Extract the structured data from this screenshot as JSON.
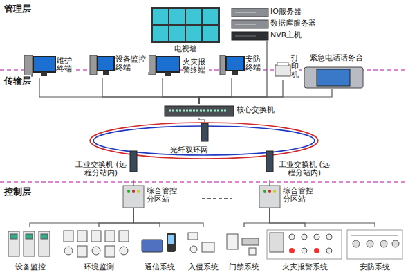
{
  "diagram": {
    "nodes": [
      {
        "text": [
          "电视墙"
        ]
      },
      {
        "text": [
          "IO服务器"
        ]
      },
      {
        "text": [
          "数据库服务器"
        ]
      },
      {
        "text": [
          "NVR主机"
        ]
      },
      {
        "text": [
          "维护终端"
        ]
      },
      {
        "text": [
          "设备监控终端"
        ]
      },
      {
        "text": [
          "火灾报警终端"
        ]
      },
      {
        "text": [
          "安防终端"
        ]
      },
      {
        "text": [
          "打印机"
        ]
      },
      {
        "text": [
          "紧急电话话务台"
        ]
      },
      {
        "text": [
          "核心交换机"
        ]
      },
      {
        "text": [
          "光纤双环网"
        ]
      },
      {
        "text": [
          "工业交换机 (远程分站内)"
        ]
      },
      {
        "text": [
          "工业交换机 (远程分站内)"
        ]
      },
      {
        "text": [
          "综合管控分区站"
        ]
      },
      {
        "text": [
          "综合管控分区站"
        ]
      },
      {
        "text": [
          "设备监控"
        ]
      },
      {
        "text": [
          "环境监测"
        ]
      },
      {
        "text": [
          "通信系统"
        ]
      },
      {
        "text": [
          "入侵系统"
        ]
      },
      {
        "text": [
          "门禁系统"
        ]
      },
      {
        "text": [
          "火灾报警系统"
        ]
      },
      {
        "text": [
          "安防系统"
        ]
      }
    ],
    "edges": [
      {
        "from": 3,
        "to": 10,
        "arrow": "none"
      },
      {
        "from": 4,
        "to": 10,
        "arrow": "none"
      },
      {
        "from": 5,
        "to": 10,
        "arrow": "none"
      },
      {
        "from": 6,
        "to": 10,
        "arrow": "none"
      },
      {
        "from": 7,
        "to": 10,
        "arrow": "none"
      },
      {
        "from": 8,
        "to": 10,
        "arrow": "none"
      },
      {
        "from": 9,
        "to": 10,
        "arrow": "none"
      },
      {
        "from": 10,
        "to": 11,
        "arrow": "none"
      },
      {
        "from": 12,
        "to": 14,
        "arrow": "none"
      },
      {
        "from": 13,
        "to": 15,
        "arrow": "none"
      },
      {
        "from": 14,
        "to": 16,
        "arrow": "none"
      },
      {
        "from": 14,
        "to": 17,
        "arrow": "none"
      },
      {
        "from": 14,
        "to": 18,
        "arrow": "none"
      },
      {
        "from": 14,
        "to": 19,
        "arrow": "none"
      },
      {
        "from": 15,
        "to": 20,
        "arrow": "none"
      },
      {
        "from": 15,
        "to": 21,
        "arrow": "none"
      },
      {
        "from": 15,
        "to": 22,
        "arrow": "none"
      }
    ],
    "labels": [
      "管理层",
      "传输层",
      "控制层"
    ]
  }
}
